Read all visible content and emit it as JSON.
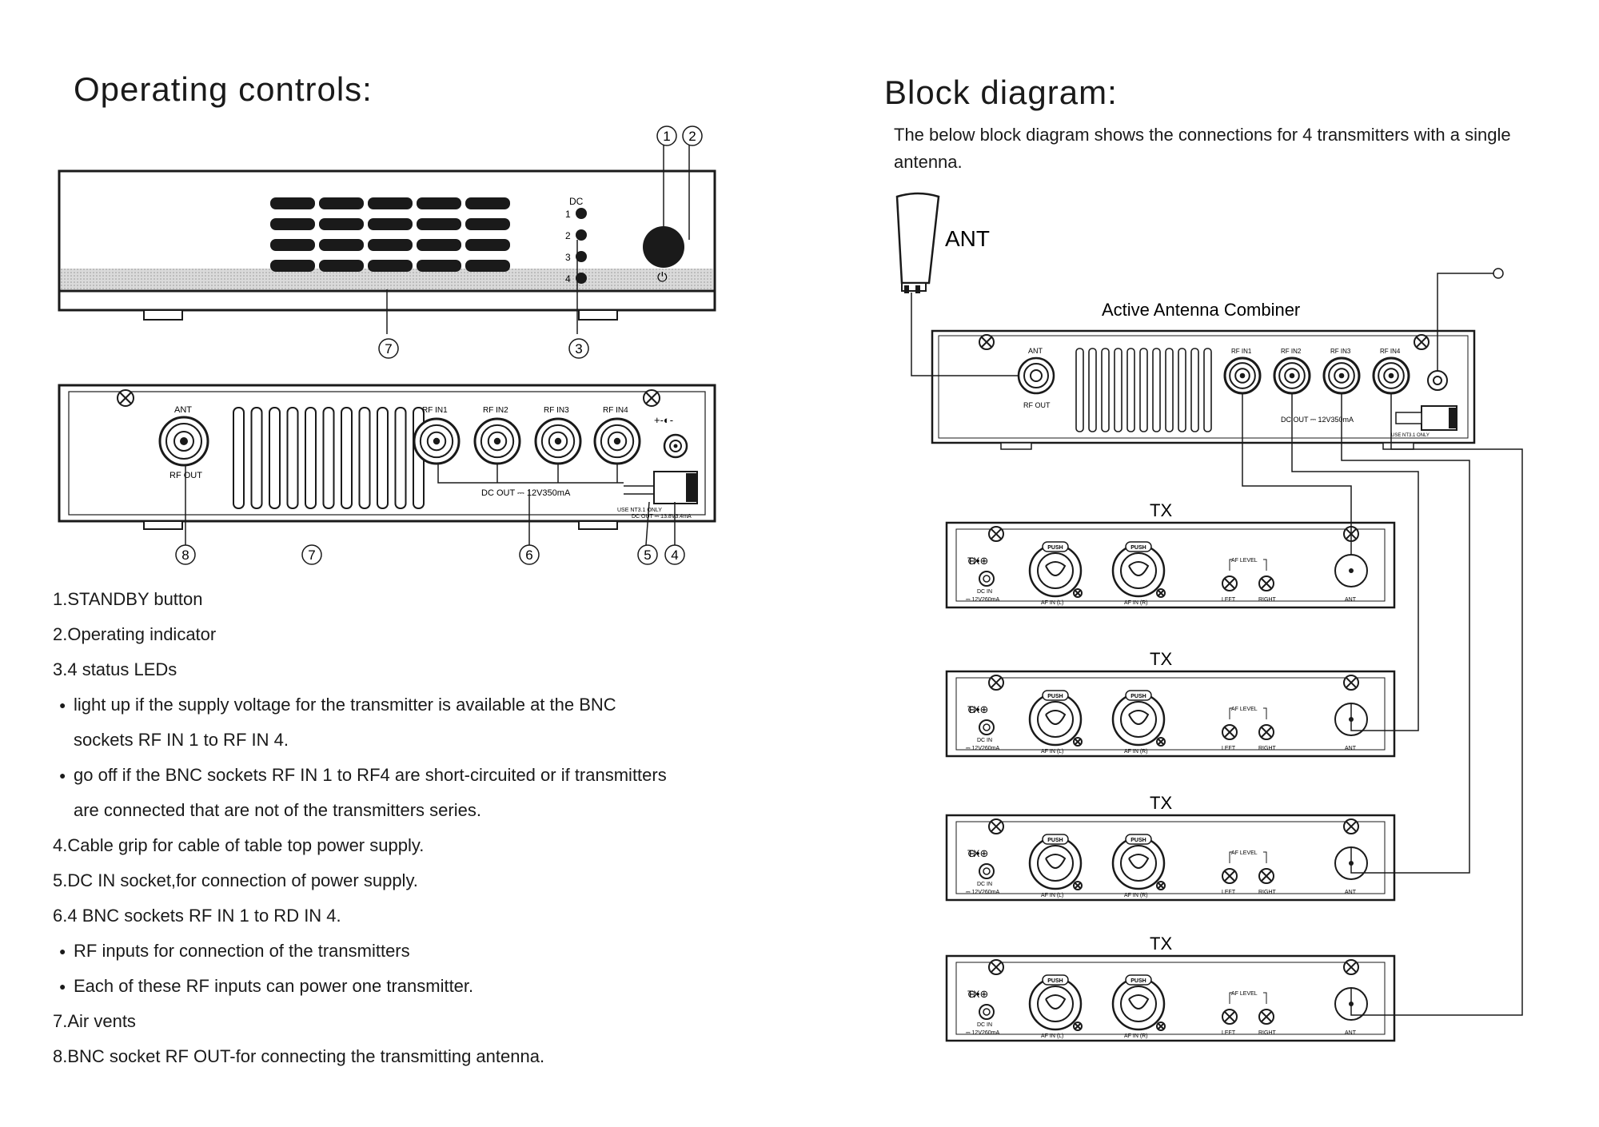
{
  "left": {
    "title": "Operating controls:",
    "callouts": [
      "1",
      "2",
      "3",
      "7",
      "8",
      "7",
      "6",
      "5",
      "4"
    ],
    "front_panel": {
      "dc_label": "DC",
      "led_numbers": [
        "1",
        "2",
        "3",
        "4"
      ],
      "power_symbol": "⏻"
    },
    "rear_panel": {
      "ant_label": "ANT",
      "rf_out_label": "RF OUT",
      "rf_in_labels": [
        "RF IN1",
        "RF IN2",
        "RF IN3",
        "RF IN4"
      ],
      "dc_out_label": "DC OUT ⎓ 12V350mA",
      "polarity_label": "+-◐-",
      "use_note_1": "USE NT3.1 ONLY",
      "use_note_2": "DC OUT ⎓ 13.8V3.4mA"
    },
    "items": [
      {
        "type": "item",
        "text": "1.STANDBY button"
      },
      {
        "type": "item",
        "text": "2.Operating indicator"
      },
      {
        "type": "item",
        "text": "3.4 status LEDs"
      },
      {
        "type": "bullet",
        "text": "light up if the supply voltage for the transmitter is available at the BNC"
      },
      {
        "type": "cont",
        "text": "sockets RF IN 1 to RF IN 4."
      },
      {
        "type": "bullet",
        "text": "go off if the BNC sockets RF IN 1 to RF4 are short-circuited or if transmitters"
      },
      {
        "type": "cont",
        "text": "are connected that are not of the transmitters series."
      },
      {
        "type": "item",
        "text": "4.Cable grip for cable of table top power supply."
      },
      {
        "type": "item",
        "text": "5.DC IN socket,for connection of power supply."
      },
      {
        "type": "item",
        "text": "6.4 BNC sockets RF IN 1 to RD IN 4."
      },
      {
        "type": "bullet",
        "text": "RF inputs for connection of the transmitters"
      },
      {
        "type": "bullet",
        "text": "Each of these RF inputs can power one transmitter."
      },
      {
        "type": "item",
        "text": "7.Air vents"
      },
      {
        "type": "item",
        "text": "8.BNC socket RF OUT-for connecting the transmitting antenna."
      }
    ]
  },
  "right": {
    "title": "Block diagram:",
    "intro": "The below block diagram shows the connections for 4 transmitters with a single antenna.",
    "ant_label": "ANT",
    "combiner_title": "Active  Antenna Combiner",
    "combiner": {
      "ant_label": "ANT",
      "rf_out_label": "RF OUT",
      "rf_in_labels": [
        "RF IN1",
        "RF IN2",
        "RF IN3",
        "RF IN4"
      ],
      "dc_out_label": "DC OUT ⎓ 12V350mA",
      "use_note": "USE NT3.1 ONLY"
    },
    "tx_label": "TX",
    "transmitter": {
      "push": "PUSH",
      "af_in_l": "AF IN (L)",
      "af_in_r": "AF IN (R)",
      "af_level": "AF LEVEL",
      "left": "LEFT",
      "right": "RIGHT",
      "ant": "ANT",
      "dc_in": "DC IN",
      "dc_spec": "⎓ 12V260mA"
    }
  },
  "colors": {
    "ink": "#1a1a1a",
    "panel_stripe": "#cfcfcf"
  }
}
